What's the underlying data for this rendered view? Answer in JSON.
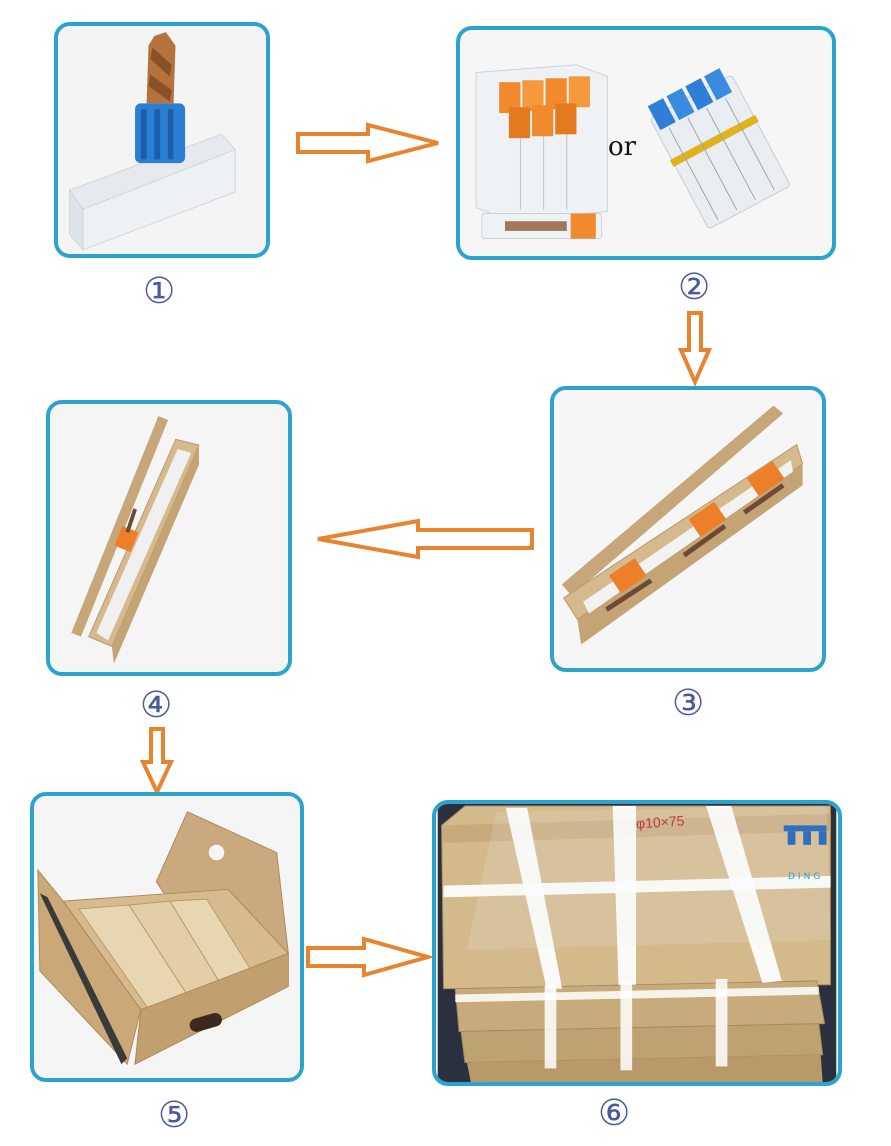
{
  "steps": [
    {
      "label": "①"
    },
    {
      "label": "②"
    },
    {
      "label": "③"
    },
    {
      "label": "④"
    },
    {
      "label": "⑤"
    },
    {
      "label": "⑥"
    }
  ],
  "panel2": {
    "or_text": "or"
  },
  "panel6": {
    "box_marking": "φ10×75",
    "watermark": "DING"
  },
  "colors": {
    "panel_border": "#2aa3cf",
    "arrow": "#e8832e",
    "step_number": "#4a5a9a"
  }
}
